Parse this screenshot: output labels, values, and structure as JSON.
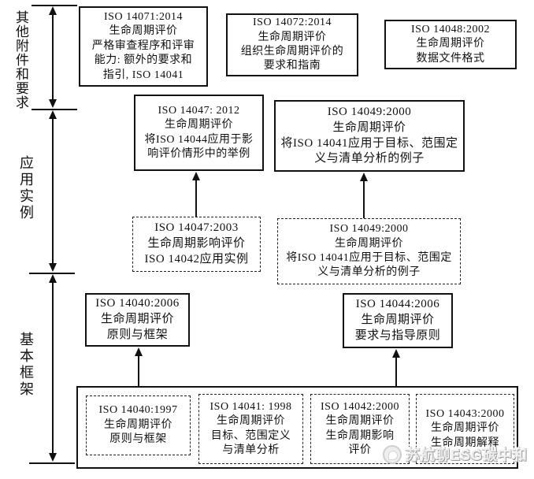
{
  "sidebar": {
    "sections": [
      {
        "label": "其他附件和要求"
      },
      {
        "label": "应用实例"
      },
      {
        "label": "基本框架"
      }
    ]
  },
  "boxes": {
    "iso14071_2014": {
      "lines": [
        "ISO 14071:2014",
        "生命周期评价",
        "严格审查程序和评审",
        "能力: 额外的要求和",
        "指引, ISO 14041"
      ]
    },
    "iso14072_2014": {
      "lines": [
        "ISO 14072:2014",
        "生命周期评价",
        "组织生命周期评价的",
        "要求和指南"
      ]
    },
    "iso14048_2002": {
      "lines": [
        "ISO 14048:2002",
        "生命周期评价",
        "数据文件格式"
      ]
    },
    "iso14047_2012": {
      "lines": [
        "ISO 14047: 2012",
        "生命周期评价",
        "将ISO 14044应用于影",
        "响评价情形中的举例"
      ]
    },
    "iso14049_2000": {
      "lines": [
        "ISO 14049:2000",
        "生命周期评价",
        "将ISO 14041应用于目标、范围定",
        "义与清单分析的例子"
      ]
    },
    "iso14047_2003": {
      "lines": [
        "ISO 14047:2003",
        "生命周期影响评价",
        "ISO 14042应用实例"
      ]
    },
    "iso14049_2000_dashed": {
      "lines": [
        "ISO 14049:2000",
        "生命周期评价",
        "将ISO 14041应用于目标、范围定",
        "义与清单分析的例子"
      ]
    },
    "iso14040_2006": {
      "lines": [
        "ISO 14040:2006",
        "生命周期评价",
        "原则与框架"
      ]
    },
    "iso14044_2006": {
      "lines": [
        "ISO 14044:2006",
        "生命周期评价",
        "要求与指导原则"
      ]
    },
    "iso14040_1997": {
      "lines": [
        "ISO 14040:1997",
        "生命周期评价",
        "原则与框架"
      ]
    },
    "iso14041_1998": {
      "lines": [
        "ISO 14041: 1998",
        "生命周期评价",
        "目标、范围定义",
        "与清单分析"
      ]
    },
    "iso14042_2000": {
      "lines": [
        "ISO 14042:2000",
        "生命周期评价",
        "生命周期影响",
        "评价"
      ]
    },
    "iso14043_2000": {
      "lines": [
        "ISO 14043:2000",
        "生命周期评价",
        "生命周期解释"
      ]
    }
  },
  "watermark": {
    "text": "苏航聊ESG碳中和"
  }
}
